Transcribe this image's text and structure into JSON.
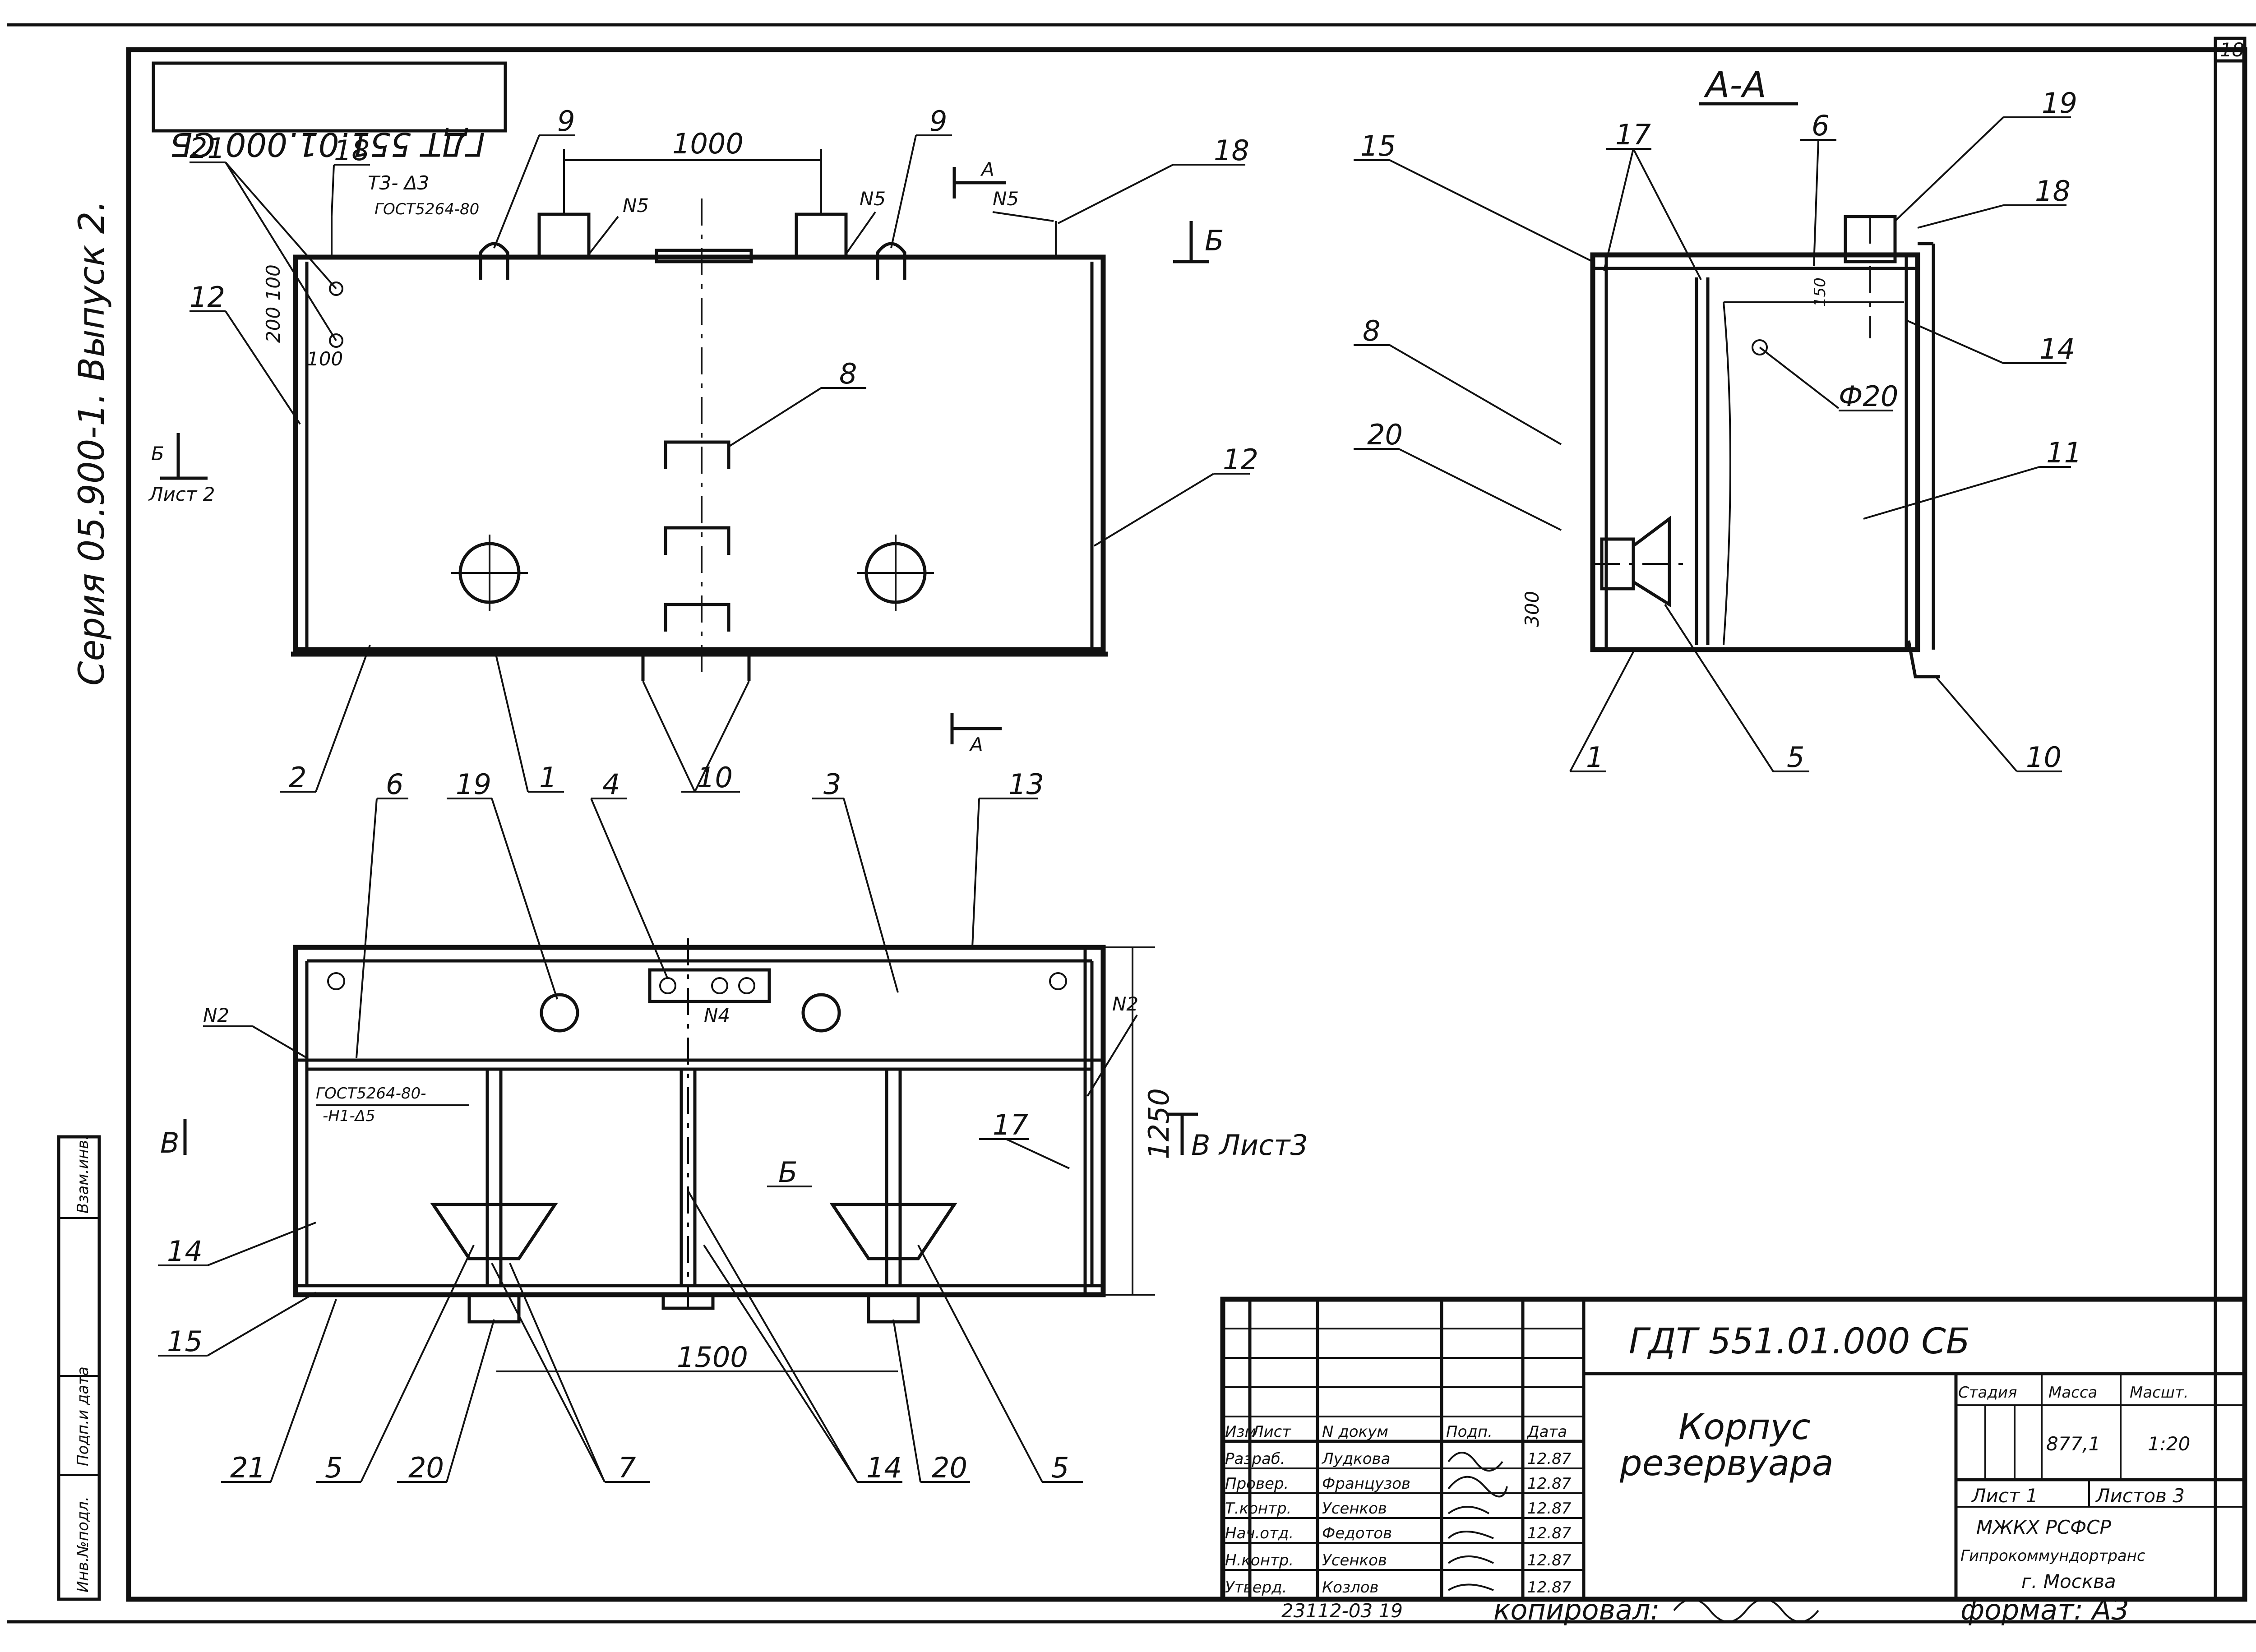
{
  "sheet": {
    "sheet_number": "18",
    "series": "Серия 05.900-1. Выпуск 2.",
    "mirrored_code": "ГДТ 551.01.000 СБ",
    "section_title": "А-А",
    "section_mark": "А",
    "section_b": "Б",
    "section_b_sheet": "Лист 2",
    "section_v_left": "В",
    "section_v_right": "В Лист3"
  },
  "callouts": {
    "c1": "1",
    "c2": "2",
    "c3": "3",
    "c4": "4",
    "c5": "5",
    "c6": "6",
    "c7": "7",
    "c8": "8",
    "c9": "9",
    "c10": "10",
    "c11": "11",
    "c12": "12",
    "c13": "13",
    "c14": "14",
    "c15": "15",
    "c17": "17",
    "c18": "18",
    "c19": "19",
    "c20": "20",
    "c21": "21"
  },
  "dimensions": {
    "d1000": "1000",
    "d1500": "1500",
    "d1250": "1250",
    "d300": "300",
    "d200_100": "200 100",
    "d100": "100",
    "d150": "150",
    "phi20": "Ф20"
  },
  "weld_marks": {
    "n5": "N5",
    "n4": "N4",
    "n2": "N2",
    "t3": "Т3- Δ3",
    "gost_top": "ГОСТ5264-80",
    "gost_bottom_1": "ГОСТ5264-80-",
    "gost_bottom_2": "-Н1-Δ5"
  },
  "side_stamp": {
    "inv_orig": "Инв.№подл.",
    "sign_date": "Подп.и дата",
    "replace_inv": "Взам.инв."
  },
  "title_block": {
    "doc_code": "ГДТ 551.01.000 СБ",
    "title_line1": "Корпус",
    "title_line2": "резервуара",
    "stage_label": "Стадия",
    "mass_label": "Масса",
    "scale_label": "Масшт.",
    "mass": "877,1",
    "scale": "1:20",
    "sheet_label": "Лист 1",
    "sheets_label": "Листов 3",
    "org_line1": "МЖКХ  РСФСР",
    "org_line2": "Гипрокоммундортранс",
    "org_line3": "г. Москва",
    "format": "формат: А3",
    "copied": "копировал:",
    "bottom_code": "23112-03   19",
    "headers": [
      "Изм",
      "Лист",
      "N докум",
      "Подп.",
      "Дата"
    ],
    "rows": [
      {
        "role": "Разраб.",
        "name": "Лудкова",
        "date": "12.87"
      },
      {
        "role": "Провер.",
        "name": "Французов",
        "date": "12.87"
      },
      {
        "role": "Т.контр.",
        "name": "Усенков",
        "date": "12.87"
      },
      {
        "role": "Нач.отд.",
        "name": "Федотов",
        "date": "12.87"
      },
      {
        "role": "Н.контр.",
        "name": "Усенков",
        "date": "12.87"
      },
      {
        "role": "Утверд.",
        "name": "Козлов",
        "date": "12.87"
      }
    ]
  }
}
